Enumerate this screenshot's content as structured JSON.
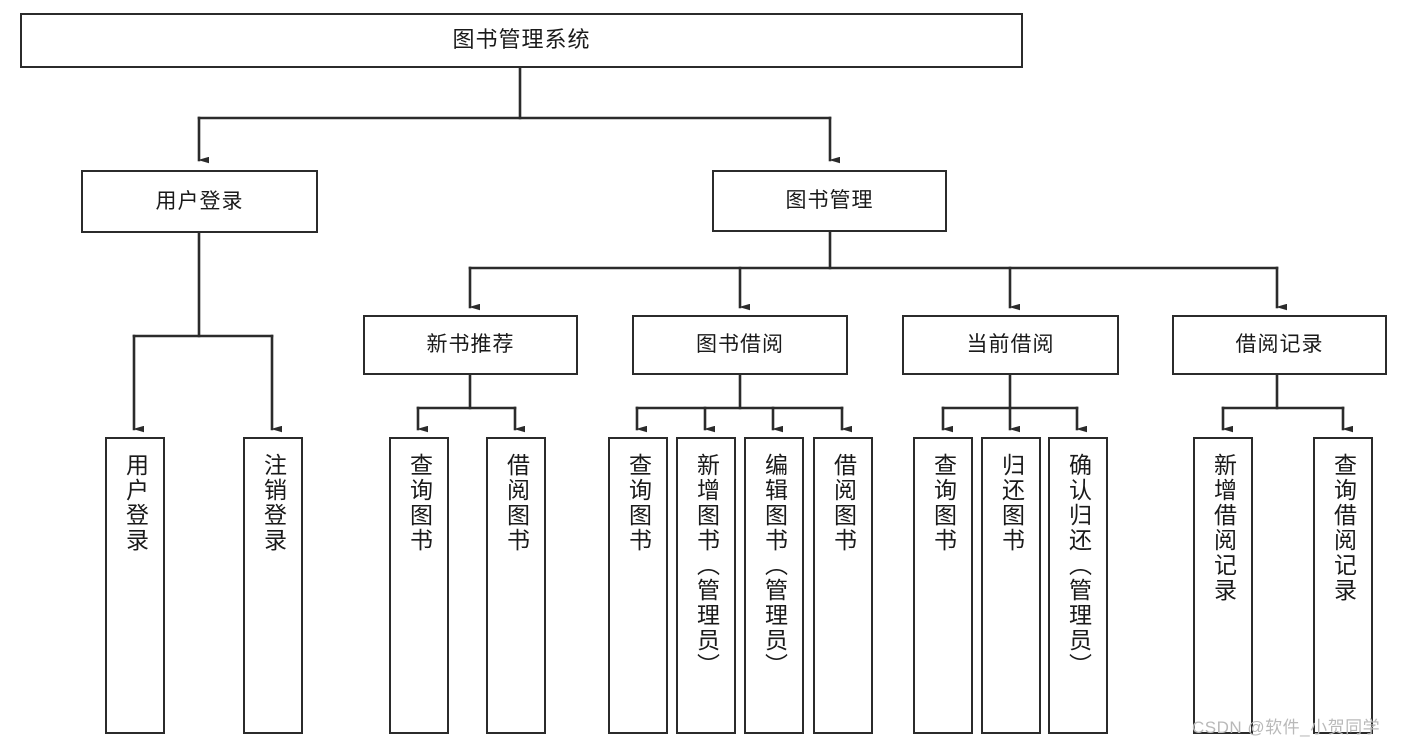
{
  "diagram": {
    "title": "图书管理系统",
    "watermark": "CSDN @软件_小贺同学",
    "colors": {
      "background": "#ffffff",
      "box_border": "#2b2b2b",
      "connector": "#2b2b2b",
      "text": "#1a1a1a",
      "watermark": "#b9b9b9"
    },
    "levels": {
      "root": "图书管理系统",
      "level2": [
        "用户登录",
        "图书管理"
      ],
      "level3": [
        "新书推荐",
        "图书借阅",
        "当前借阅",
        "借阅记录"
      ]
    },
    "nodes": {
      "root": {
        "label": "图书管理系统"
      },
      "user_login": {
        "label": "用户登录"
      },
      "book_manage": {
        "label": "图书管理"
      },
      "new_book_rec": {
        "label": "新书推荐"
      },
      "book_borrow": {
        "label": "图书借阅"
      },
      "current_borrow": {
        "label": "当前借阅"
      },
      "borrow_record": {
        "label": "借阅记录"
      },
      "leaf_user_login": {
        "label": "用户登录"
      },
      "leaf_logout": {
        "label": "注销登录"
      },
      "leaf_query_book_1": {
        "label": "查询图书"
      },
      "leaf_borrow_book_1": {
        "label": "借阅图书"
      },
      "leaf_query_book_2": {
        "label": "查询图书"
      },
      "leaf_add_book": {
        "label": "新增图书（管理员）"
      },
      "leaf_edit_book": {
        "label": "编辑图书（管理员）"
      },
      "leaf_borrow_book_2": {
        "label": "借阅图书"
      },
      "leaf_query_book_3": {
        "label": "查询图书"
      },
      "leaf_return_book": {
        "label": "归还图书"
      },
      "leaf_confirm_return": {
        "label": "确认归还（管理员）"
      },
      "leaf_add_record": {
        "label": "新增借阅记录"
      },
      "leaf_query_record": {
        "label": "查询借阅记录"
      }
    }
  }
}
